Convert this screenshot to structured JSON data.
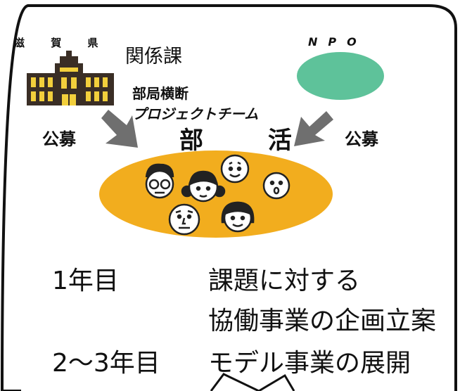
{
  "prefecture": "滋 賀 県",
  "section": "関係課",
  "npo": "NPO",
  "team": {
    "line1": "部局横断",
    "line2": "プロジェクトチーム"
  },
  "club": "部 活",
  "recruit_left": "公募",
  "recruit_right": "公募",
  "timeline": [
    {
      "year": "1年目",
      "desc": [
        "課題に対する",
        "協働事業の企画立案"
      ]
    },
    {
      "year": "2～3年目",
      "desc": [
        "モデル事業の展開"
      ]
    }
  ],
  "colors": {
    "ellipse": "#f2ad1e",
    "npo": "#5ec29a",
    "arrow": "#6f6f6f",
    "building": "#3a2e25",
    "window": "#f2cf3c"
  }
}
